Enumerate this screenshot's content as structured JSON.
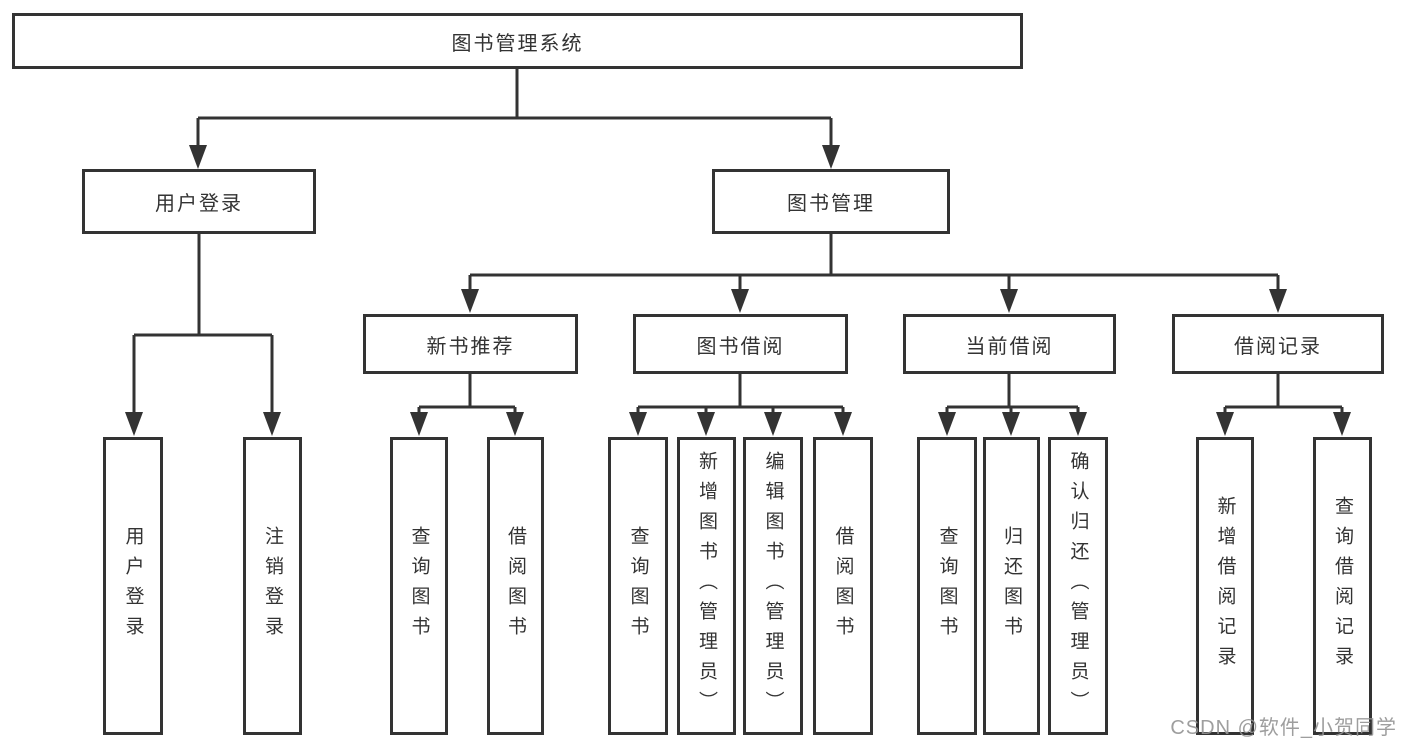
{
  "diagram": {
    "root": {
      "label": "图书管理系统"
    },
    "level2": {
      "user_login": {
        "label": "用户登录"
      },
      "book_management": {
        "label": "图书管理"
      }
    },
    "level3": {
      "new_book_recommend": {
        "label": "新书推荐"
      },
      "book_borrowing": {
        "label": "图书借阅"
      },
      "current_borrowing": {
        "label": "当前借阅"
      },
      "borrowing_records": {
        "label": "借阅记录"
      }
    },
    "leaves": {
      "user_login_action": {
        "label": "用户登录"
      },
      "logout_action": {
        "label": "注销登录"
      },
      "rec_query_books": {
        "label": "查询图书"
      },
      "rec_borrow_books": {
        "label": "借阅图书"
      },
      "bb_query_books": {
        "label": "查询图书"
      },
      "bb_add_books_admin": {
        "label": "新增图书（管理员）"
      },
      "bb_edit_books_admin": {
        "label": "编辑图书（管理员）"
      },
      "bb_borrow_books": {
        "label": "借阅图书"
      },
      "cb_query_books": {
        "label": "查询图书"
      },
      "cb_return_books": {
        "label": "归还图书"
      },
      "cb_confirm_return_admin": {
        "label": "确认归还（管理员）"
      },
      "br_add_record": {
        "label": "新增借阅记录"
      },
      "br_query_record": {
        "label": "查询借阅记录"
      }
    },
    "colors": {
      "line": "#333333",
      "text": "#333333",
      "background": "#ffffff",
      "watermark": "#949494"
    },
    "watermark": "CSDN @软件_小贺同学"
  }
}
